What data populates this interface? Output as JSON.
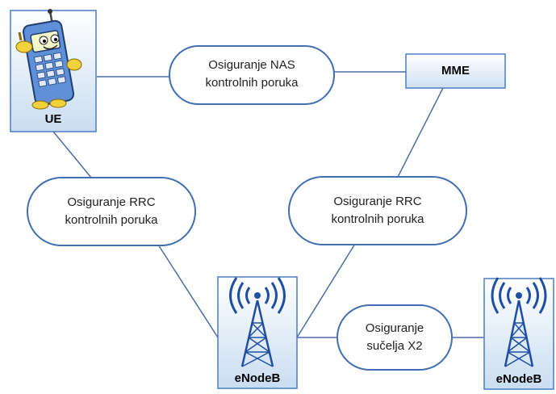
{
  "nodes": {
    "ue": {
      "label": "UE"
    },
    "mme": {
      "label": "MME"
    },
    "enodeb_1": {
      "label": "eNodeB"
    },
    "enodeb_2": {
      "label": "eNodeB"
    }
  },
  "links": {
    "nas": {
      "line1": "Osiguranje NAS",
      "line2": "kontrolnih poruka"
    },
    "rrc_left": {
      "line1": "Osiguranje RRC",
      "line2": "kontrolnih poruka"
    },
    "rrc_right": {
      "line1": "Osiguranje RRC",
      "line2": "kontrolnih poruka"
    },
    "x2": {
      "line1": "Osiguranje",
      "line2": "sučelja X2"
    }
  },
  "colors": {
    "line": "#4a6fa3",
    "box_border": "#4a7fc4",
    "box_fill_top": "#ffffff",
    "box_fill_bottom": "#c9ddf1",
    "pill_border": "#3f6fb0"
  },
  "icons": {
    "ue": "mobile-phone-character-icon",
    "enodeb": "radio-tower-icon"
  }
}
